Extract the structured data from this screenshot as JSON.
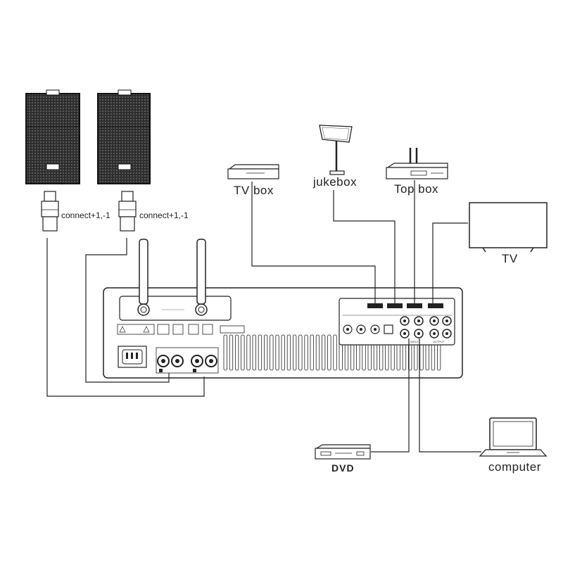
{
  "labels": {
    "tv_box": "TV box",
    "jukebox": "jukebox",
    "top_box": "Top box",
    "tv": "TV",
    "dvd": "DVD",
    "computer": "computer",
    "speaker_left_connect": "connect+1,-1",
    "speaker_right_connect": "connect+1,-1",
    "input_label": "INPUT",
    "output_label": "OUTPUT"
  },
  "colors": {
    "line": "#222222",
    "speaker_body": "#3a3a3a",
    "background": "#ffffff"
  },
  "icons": [
    "speaker-icon",
    "speakon-plug-icon",
    "antenna-icon",
    "tv-box-icon",
    "jukebox-icon",
    "top-box-icon",
    "tv-icon",
    "dvd-player-icon",
    "laptop-icon",
    "amplifier-icon"
  ]
}
